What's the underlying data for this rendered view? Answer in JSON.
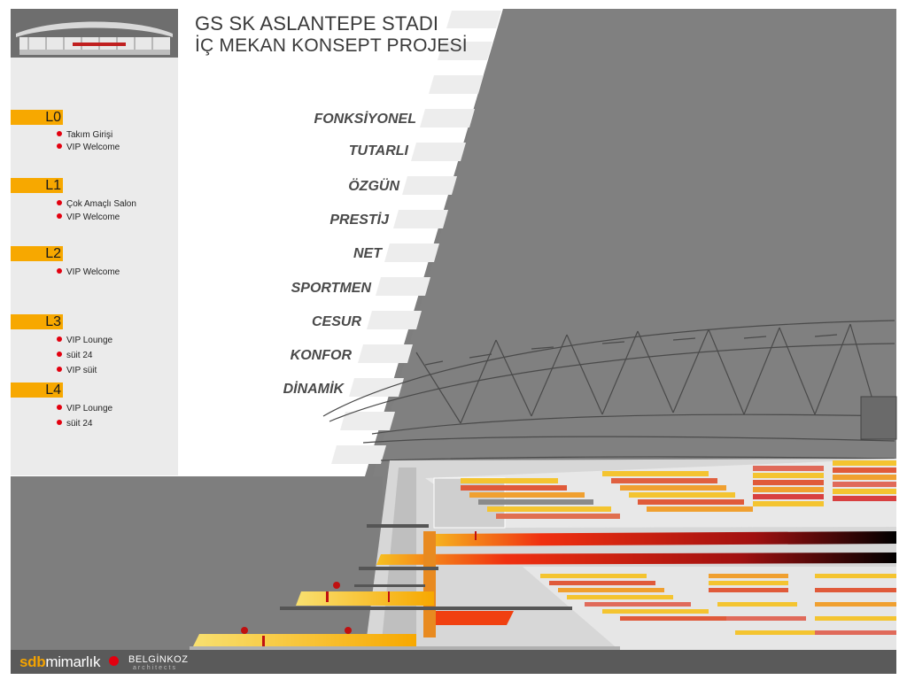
{
  "title": {
    "line1": "GS SK ASLANTEPE STADI",
    "line2": "İÇ MEKAN KONSEPT PROJESİ"
  },
  "levels": [
    {
      "tag": "L0",
      "items": [
        "Takım Girişi",
        "VIP Welcome"
      ]
    },
    {
      "tag": "L1",
      "items": [
        "Çok Amaçlı Salon",
        "VIP Welcome"
      ]
    },
    {
      "tag": "L2",
      "items": [
        "VIP Welcome"
      ]
    },
    {
      "tag": "L3",
      "items": [
        "VIP Lounge",
        "süit 24",
        "VIP süit"
      ]
    },
    {
      "tag": "L4",
      "items": [
        "VIP Lounge",
        "süit 24"
      ]
    }
  ],
  "keywords": [
    "FONKSİYONEL",
    "TUTARLI",
    "ÖZGÜN",
    "PRESTİJ",
    "NET",
    "SPORTMEN",
    "CESUR",
    "KONFOR",
    "DİNAMİK"
  ],
  "footer": {
    "sdb": "sdb",
    "mimarlik": "mimarlık",
    "belginkoz": "BELGİNKOZ",
    "architects": "architects"
  },
  "colors": {
    "accent": "#f7a800",
    "red": "#e3000f",
    "panel_gray": "#7a7a7a",
    "sidebar": "#ebebeb"
  }
}
